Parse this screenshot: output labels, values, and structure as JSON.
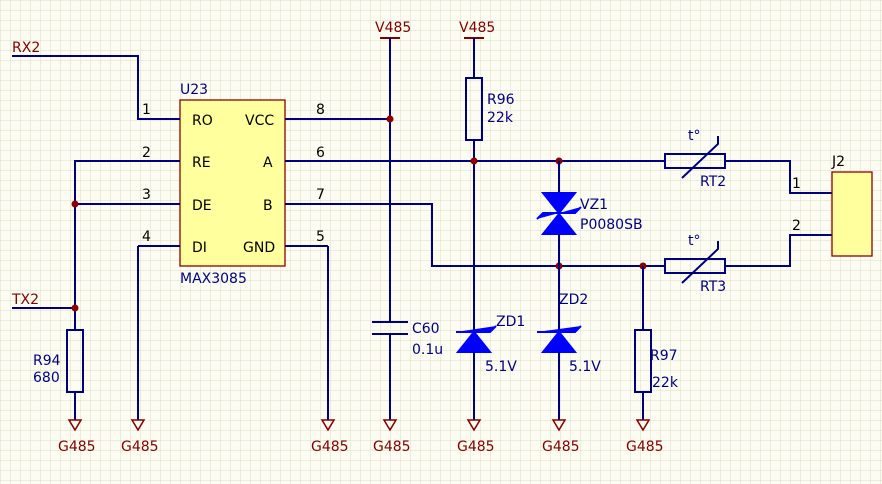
{
  "nets": {
    "rx2": "RX2",
    "tx2": "TX2",
    "v485": "V485",
    "g485": "G485"
  },
  "ic": {
    "designator": "U23",
    "part": "MAX3085",
    "pins": [
      {
        "num": "1",
        "name": "RO"
      },
      {
        "num": "2",
        "name": "RE"
      },
      {
        "num": "3",
        "name": "DE"
      },
      {
        "num": "4",
        "name": "DI"
      },
      {
        "num": "8",
        "name": "VCC"
      },
      {
        "num": "6",
        "name": "A"
      },
      {
        "num": "7",
        "name": "B"
      },
      {
        "num": "5",
        "name": "GND"
      }
    ]
  },
  "components": {
    "r94": {
      "ref": "R94",
      "value": "680"
    },
    "r96": {
      "ref": "R96",
      "value": "22k"
    },
    "r97": {
      "ref": "R97",
      "value": "22k"
    },
    "c60": {
      "ref": "C60",
      "value": "0.1u"
    },
    "zd1": {
      "ref": "ZD1",
      "value": "5.1V"
    },
    "zd2": {
      "ref": "ZD2",
      "value": "5.1V"
    },
    "vz1": {
      "ref": "VZ1",
      "value": "P0080SB"
    },
    "rt2": {
      "ref": "RT2"
    },
    "rt3": {
      "ref": "RT3"
    },
    "j2": {
      "ref": "J2",
      "pin1": "1",
      "pin2": "2"
    }
  },
  "colors": {
    "background": "#fcfcf2",
    "grid": "#dcdcc8",
    "wire": "#00007f",
    "power": "#800000",
    "component_fill": "#ffff9e",
    "diode": "#0000ff"
  }
}
